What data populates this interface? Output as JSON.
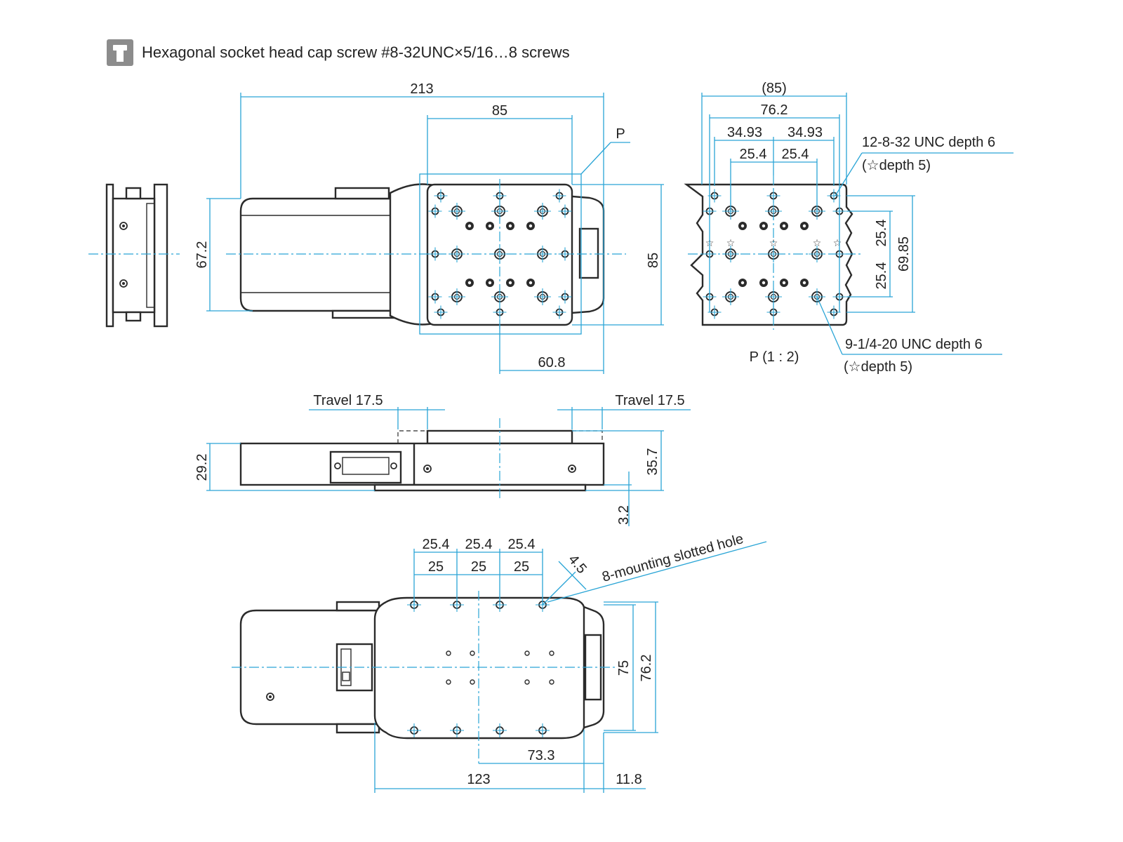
{
  "legend": {
    "icon": "hex-socket-cap-screw-icon",
    "text": "Hexagonal socket head cap screw #8-32UNC×5/16…8 screws"
  },
  "top_view": {
    "dim_213": "213",
    "dim_85_top": "85",
    "label_P": "P",
    "dim_67_2": "67.2",
    "dim_85_right": "85",
    "dim_60_8": "60.8"
  },
  "detail_P": {
    "dim_85_paren": "(85)",
    "dim_76_2": "76.2",
    "dim_34_93_left": "34.93",
    "dim_34_93_right": "34.93",
    "dim_25_4_left": "25.4",
    "dim_25_4_right": "25.4",
    "note_top_line1": "12-8-32 UNC depth 6",
    "note_top_line2": "(☆depth 5)",
    "dim_25_4_v_top": "25.4",
    "dim_25_4_v_bottom": "25.4",
    "dim_69_85": "69.85",
    "note_bottom_line1": "9-1/4-20 UNC depth 6",
    "note_bottom_line2": "(☆depth 5)",
    "scale_label": "P (1 : 2)"
  },
  "side_view": {
    "travel_left": "Travel 17.5",
    "travel_right": "Travel 17.5",
    "dim_29_2": "29.2",
    "dim_35_7": "35.7",
    "dim_3_2": "3.2"
  },
  "bottom_view": {
    "dim_25_4_a": "25.4",
    "dim_25_4_b": "25.4",
    "dim_25_4_c": "25.4",
    "dim_25_a": "25",
    "dim_25_b": "25",
    "dim_25_c": "25",
    "dim_4_5": "4.5",
    "note_slotted": "8-mounting slotted hole",
    "dim_75": "75",
    "dim_76_2": "76.2",
    "dim_73_3": "73.3",
    "dim_123": "123",
    "dim_11_8": "11.8"
  },
  "colors": {
    "dimension_line": "#2aa5d6",
    "outline": "#2b2b2b",
    "icon_background": "#8c8c8c"
  }
}
